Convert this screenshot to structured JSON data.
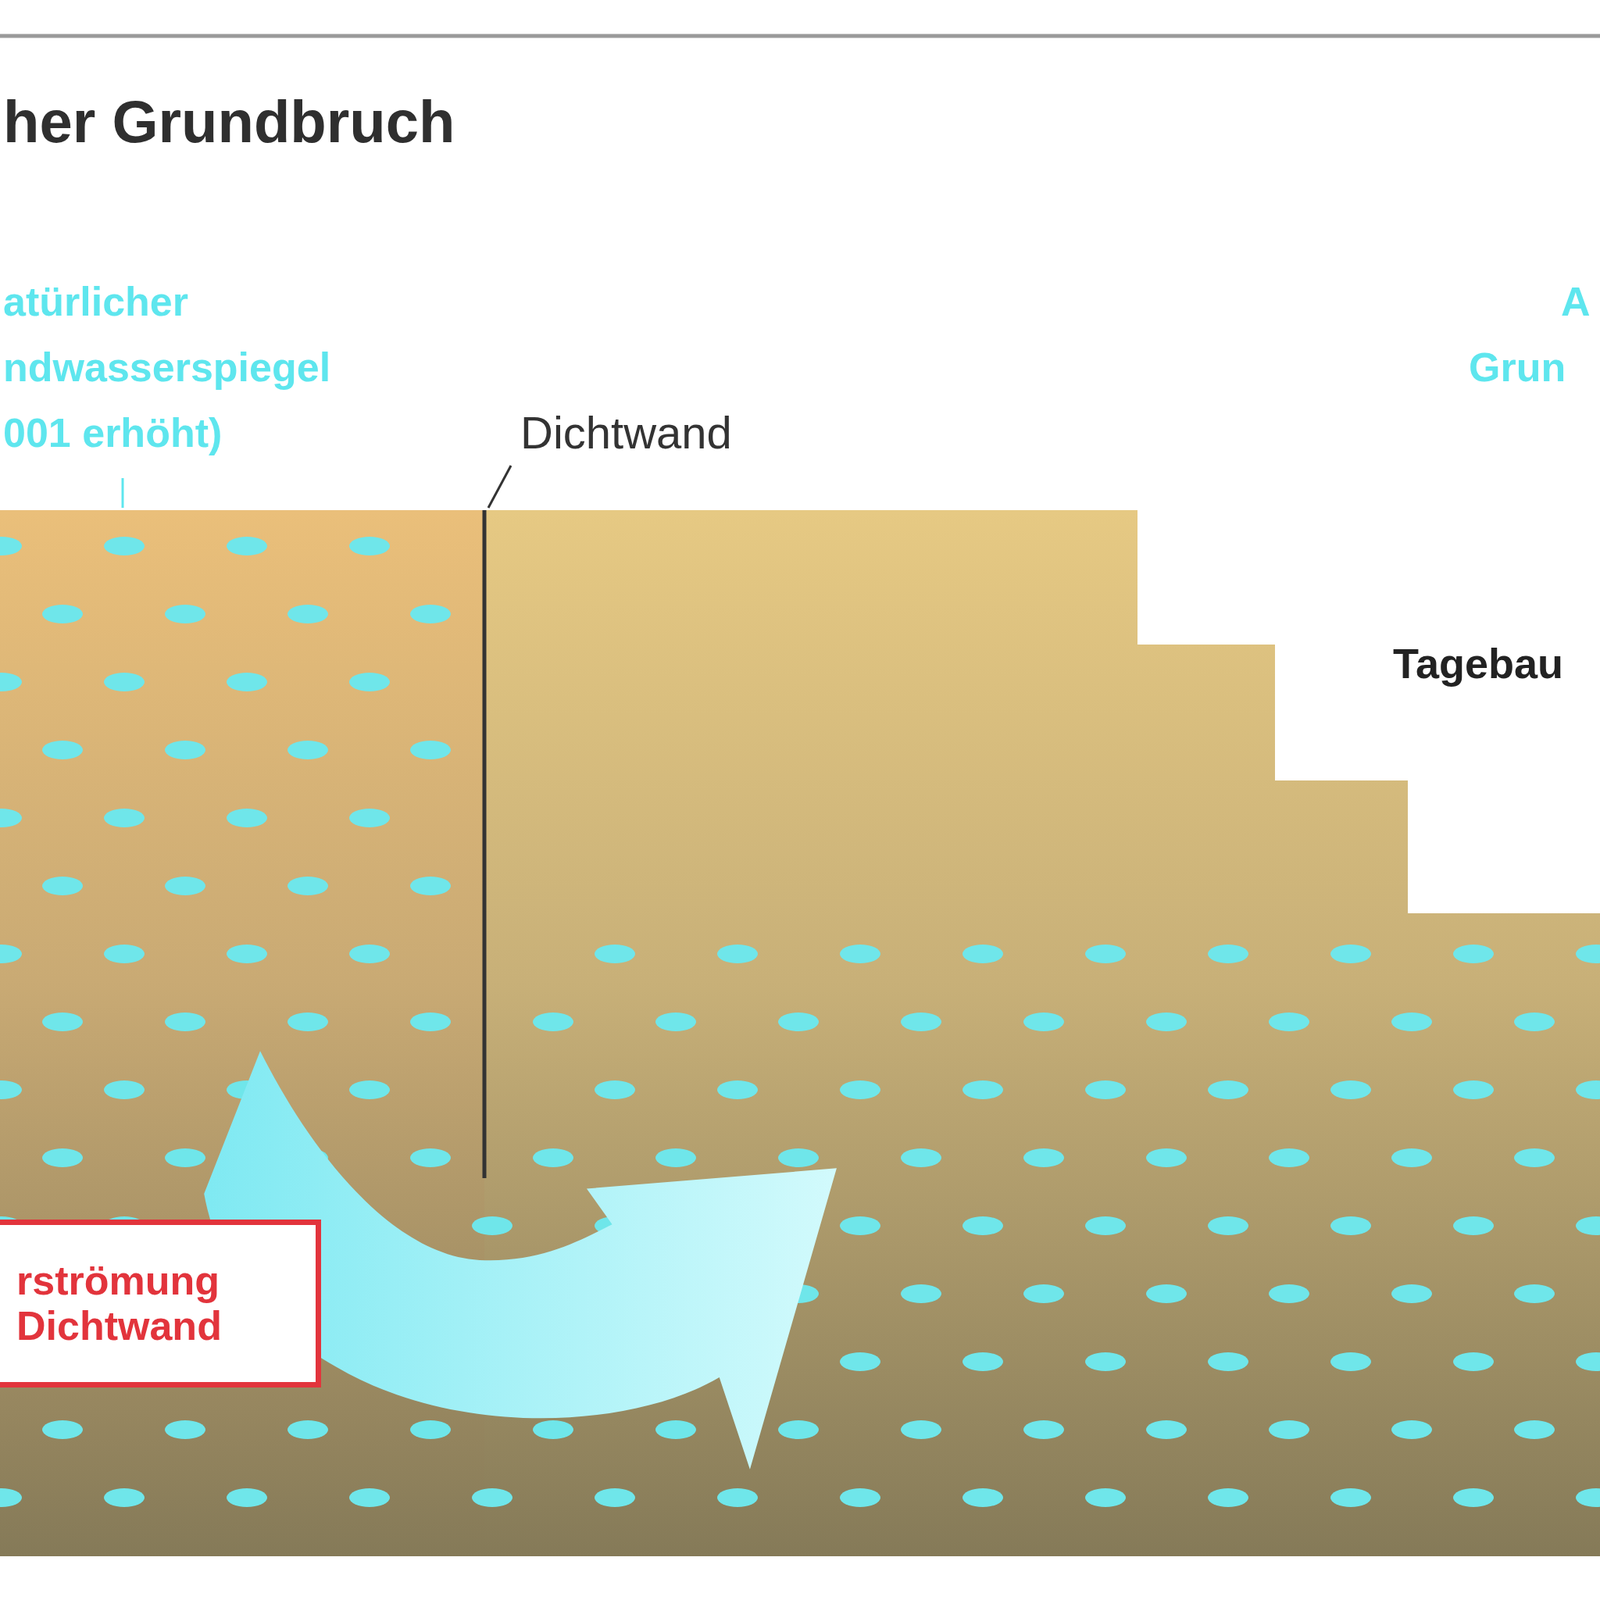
{
  "diagram": {
    "title": "her Grundbruch",
    "nodes": [
      {
        "text": [
          "rströmung Dichtwand"
        ]
      }
    ],
    "labels": [
      "atürlicher",
      "ndwasserspiegel",
      "001 erhöht)",
      "A",
      "Grun",
      "Dichtwand",
      "Tagebau"
    ]
  }
}
